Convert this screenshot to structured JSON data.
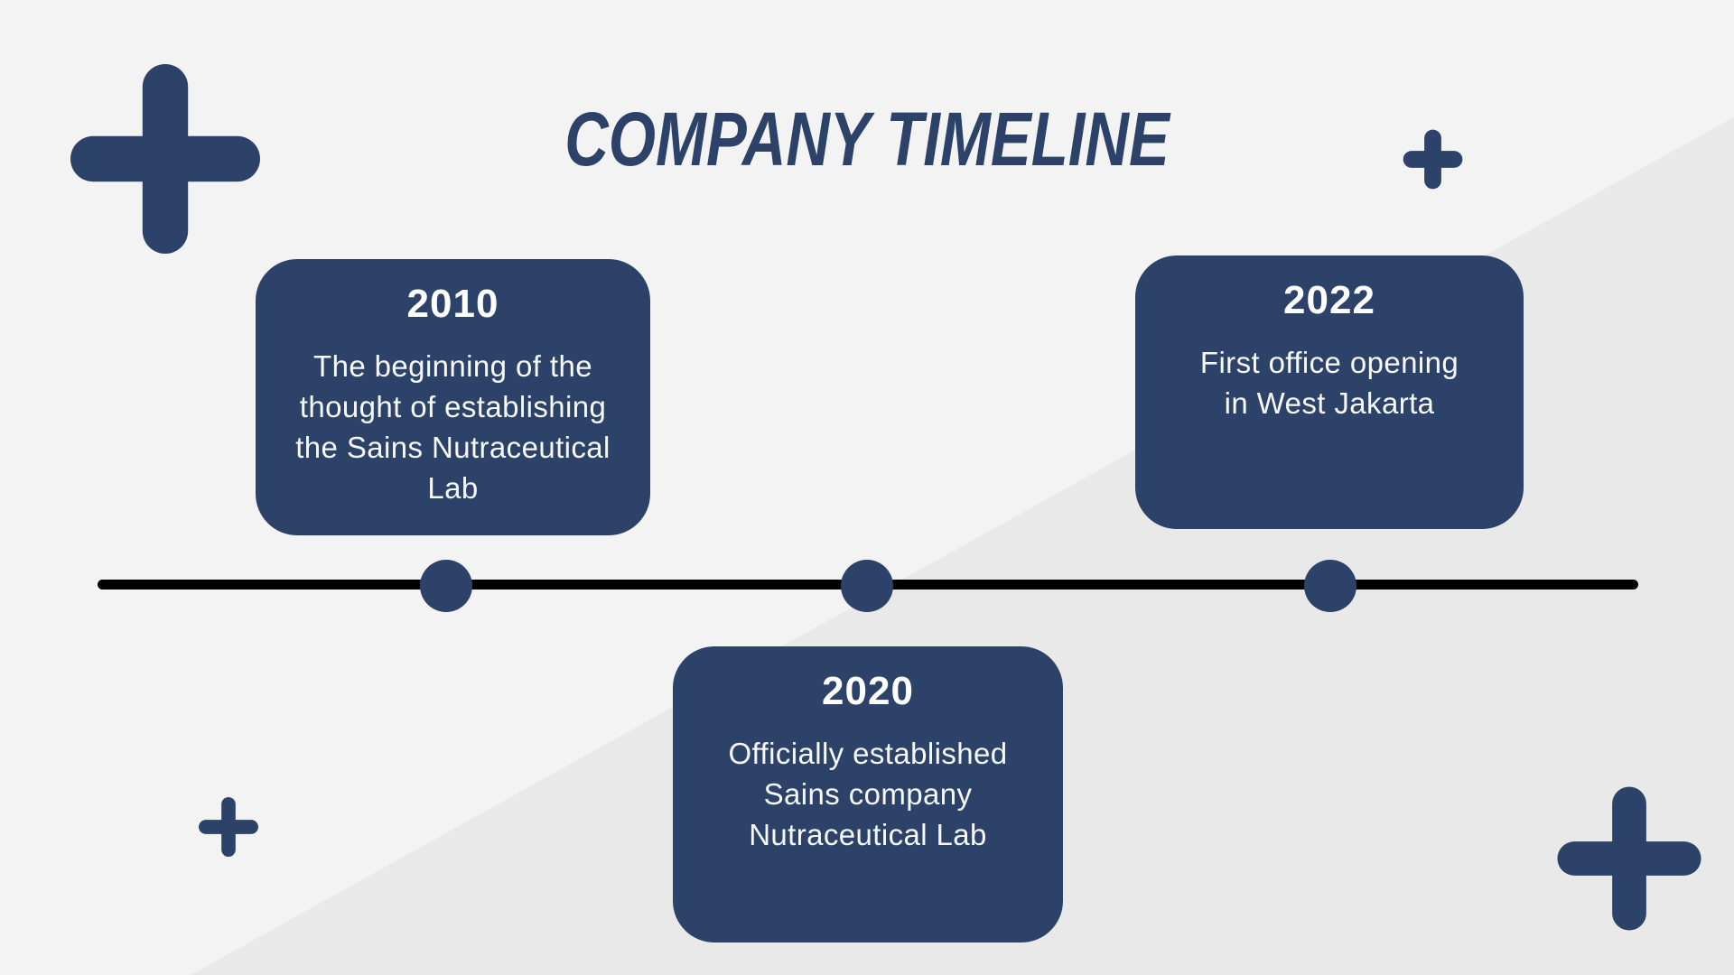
{
  "title": "COMPANY TIMELINE",
  "colors": {
    "navy": "#2c4268",
    "background_light": "#f3f3f4",
    "background_shade": "#e9e9ea",
    "timeline_line": "#000000",
    "card_text": "#f6f8fa"
  },
  "timeline": {
    "milestones": [
      {
        "year": "2010",
        "description": "The beginning of the\nthought of establishing\nthe Sains Nutraceutical\nLab",
        "placement": "above-line"
      },
      {
        "year": "2020",
        "description": "Officially established\nSains company\nNutraceutical Lab",
        "placement": "below-line"
      },
      {
        "year": "2022",
        "description": "First office opening\nin West Jakarta",
        "placement": "above-line"
      }
    ]
  },
  "decorations": [
    "plus-icon-top-left",
    "plus-icon-top-right",
    "plus-icon-bottom-left",
    "plus-icon-bottom-right"
  ]
}
